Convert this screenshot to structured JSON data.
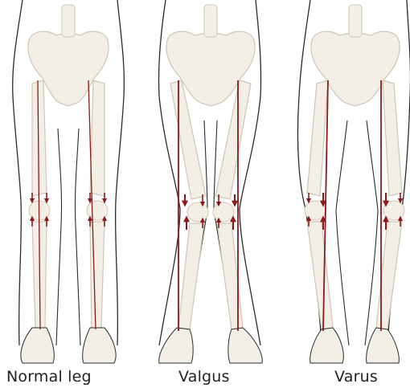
{
  "figure": {
    "panels": [
      {
        "id": "normal",
        "label": "Normal leg"
      },
      {
        "id": "valgus",
        "label": "Valgus"
      },
      {
        "id": "varus",
        "label": "Varus"
      }
    ]
  },
  "colors": {
    "bone_fill": "#f3efe6",
    "bone_stroke": "#cfc6b4",
    "skin_outline": "#2b2b2b",
    "mechanical_axis": "#8c1a1a",
    "arrow": "#8c1a1a",
    "caption_text": "#222222"
  }
}
